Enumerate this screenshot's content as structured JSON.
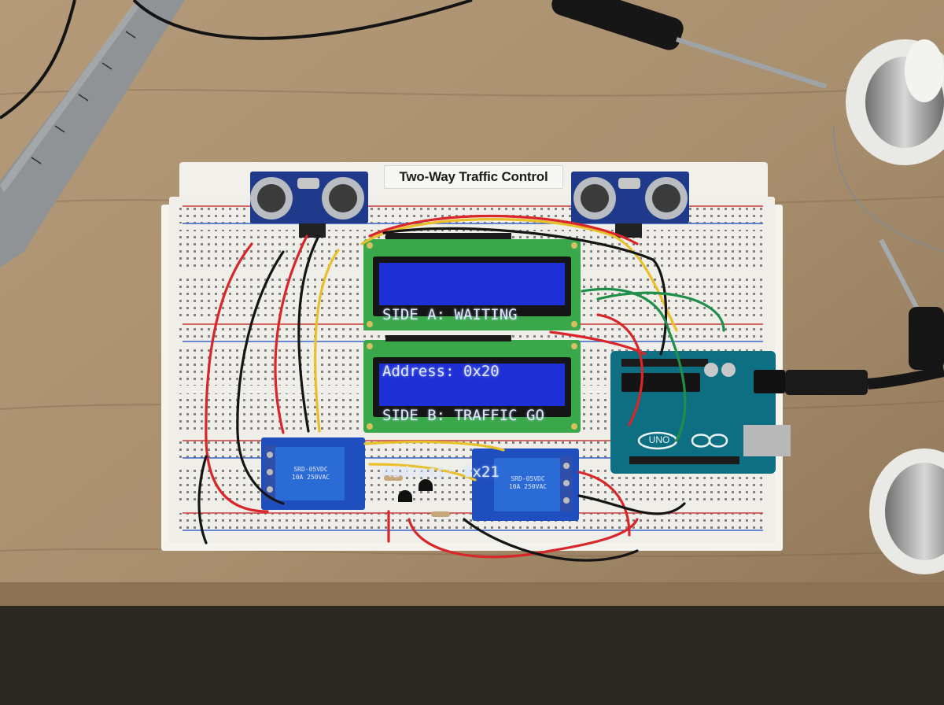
{
  "board_label": "Two-Way Traffic Control",
  "lcd_a": {
    "line1": "SIDE A: WAITING",
    "line2": "Address: 0x20"
  },
  "lcd_b": {
    "line1": "SIDE B: TRAFFIC GO",
    "line2": "Address: 0x21"
  },
  "relay_left": {
    "lines": [
      "SRD-05VDC",
      "10A 250VAC"
    ]
  },
  "relay_right": {
    "lines": [
      "SRD-05VDC",
      "10A 250VAC"
    ]
  },
  "arduino": {
    "model_text": "UNO"
  },
  "colors": {
    "wood": "#a88f6e",
    "breadboard": "#f1f0ea",
    "lcd_blue": "#1f2fd6",
    "pcb_green": "#3aa84a",
    "relay_blue": "#2b6bd6",
    "arduino_teal": "#0e6f83",
    "wire_red": "#d8262b",
    "wire_black": "#151515",
    "wire_yellow": "#e8c12a",
    "wire_green": "#1f8f4a"
  }
}
